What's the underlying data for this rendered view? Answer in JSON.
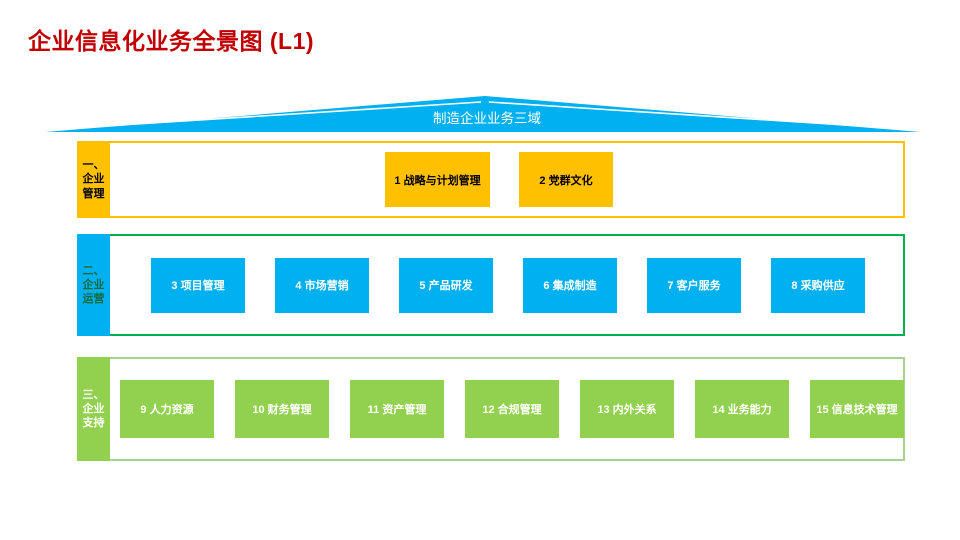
{
  "title": {
    "text": "企业信息化业务全景图 (L1)",
    "color": "#C00000"
  },
  "roof": {
    "label": "制造企业业务三域",
    "fill": "#00B0F0",
    "text_color": "#FFFFFF"
  },
  "bands": [
    {
      "name": "一、企业管理",
      "label_lines": [
        "一、",
        "企业",
        "管理"
      ],
      "colors": {
        "border": "#FFC000",
        "label_bg": "#FFC000",
        "label_text": "#000000",
        "box_bg": "#FFC000",
        "box_text": "#000000"
      },
      "boxes": [
        {
          "label": "1 战略与计划管理"
        },
        {
          "label": "2 党群文化"
        }
      ]
    },
    {
      "name": "二、企业运营",
      "label_lines": [
        "二、",
        "企业",
        "运营"
      ],
      "colors": {
        "border": "#00B050",
        "label_bg": "#00B0F0",
        "label_text": "#156B3E",
        "box_bg": "#00B0F0",
        "box_text": "#FFFFFF"
      },
      "boxes": [
        {
          "label": "3 项目管理"
        },
        {
          "label": "4 市场营销"
        },
        {
          "label": "5 产品研发"
        },
        {
          "label": "6 集成制造"
        },
        {
          "label": "7 客户服务"
        },
        {
          "label": "8 采购供应"
        }
      ]
    },
    {
      "name": "三、企业支持",
      "label_lines": [
        "三、",
        "企业",
        "支持"
      ],
      "colors": {
        "border": "#A9D18E",
        "label_bg": "#92D050",
        "label_text": "#FFFFFF",
        "box_bg": "#92D050",
        "box_text": "#FFFFFF"
      },
      "boxes": [
        {
          "label": "9 人力资源"
        },
        {
          "label": "10 财务管理"
        },
        {
          "label": "11 资产管理"
        },
        {
          "label": "12 合规管理"
        },
        {
          "label": "13 内外关系"
        },
        {
          "label": "14 业务能力"
        },
        {
          "label": "15 信息技术管理"
        }
      ]
    }
  ]
}
